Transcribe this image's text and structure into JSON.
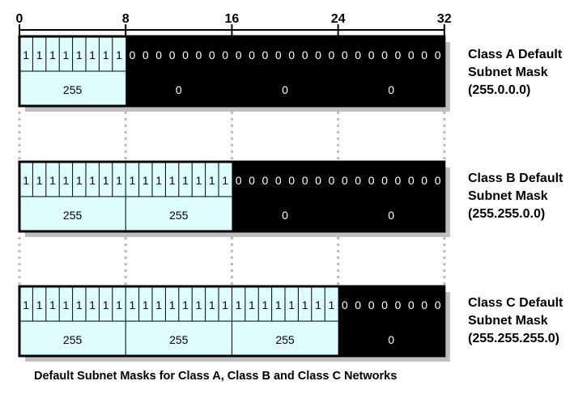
{
  "axis": {
    "ticks": [
      "0",
      "8",
      "16",
      "24",
      "32"
    ]
  },
  "masks": [
    {
      "ones": 8,
      "octets": [
        "255",
        "0",
        "0",
        "0"
      ],
      "label": [
        "Class A Default",
        "Subnet Mask",
        "(255.0.0.0)"
      ]
    },
    {
      "ones": 16,
      "octets": [
        "255",
        "255",
        "0",
        "0"
      ],
      "label": [
        "Class B Default",
        "Subnet Mask",
        "(255.255.0.0)"
      ]
    },
    {
      "ones": 24,
      "octets": [
        "255",
        "255",
        "255",
        "0"
      ],
      "label": [
        "Class C Default",
        "Subnet Mask",
        "(255.255.255.0)"
      ]
    }
  ],
  "bit_one": "1",
  "bit_zero": "0",
  "colors": {
    "ones_fill": "#ddfdff",
    "zeros_fill": "#000000",
    "ones_text": "#000000",
    "zeros_text": "#ffffff",
    "shadow": "#bfbfbf",
    "guide": "#bbbbbb"
  },
  "caption": "Default Subnet Masks for Class A, Class B and Class C Networks"
}
